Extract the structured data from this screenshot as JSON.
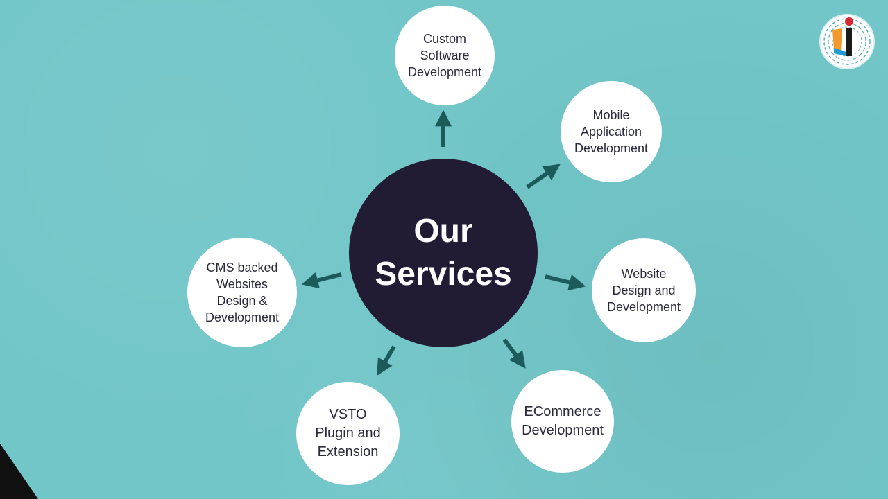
{
  "center": {
    "title": "Our\nServices"
  },
  "services": [
    {
      "id": "custom",
      "label": "Custom\nSoftware\nDevelopment"
    },
    {
      "id": "mobile",
      "label": "Mobile\nApplication\nDevelopment"
    },
    {
      "id": "website",
      "label": "Website\nDesign and\nDevelopment"
    },
    {
      "id": "ecom",
      "label": "ECommerce\nDevelopment"
    },
    {
      "id": "vsto",
      "label": "VSTO\nPlugin and\nExtension"
    },
    {
      "id": "cms",
      "label": "CMS backed\nWebsites\nDesign &\nDevelopment"
    }
  ],
  "colors": {
    "background": "#72c6c8",
    "center_fill": "#211b33",
    "node_fill": "#ffffff",
    "arrow": "#1d5a5a",
    "text": "#2a2a3a"
  },
  "logo": {
    "icon": "company-logo-icon"
  }
}
